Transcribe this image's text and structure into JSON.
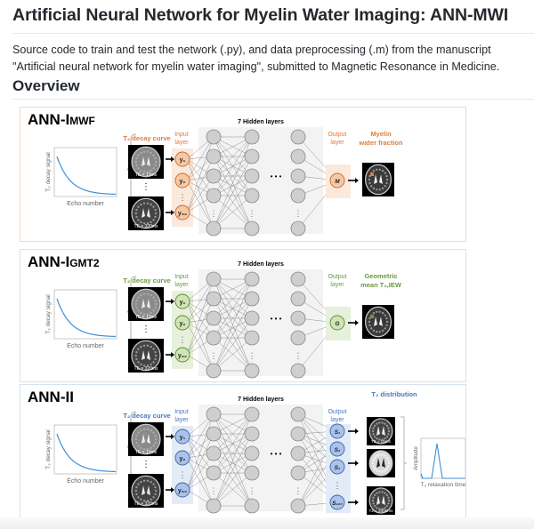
{
  "page": {
    "title": "Artificial Neural Network for Myelin Water Imaging: ANN-MWI",
    "description": "Source code to train and test the network (.py), and data preprocessing (.m) from the manuscript \"Artificial neural network for myelin water imaging\", submitted to Magnetic Resonance in Medicine.",
    "section_heading": "Overview"
  },
  "figure": {
    "panels": [
      {
        "name_main": "ANN-I",
        "name_sub": "MWF",
        "accent": "#e07b39",
        "border": "#f3d9c6",
        "layer_bg": "#fbe9dc",
        "node_fill": "#f6c9a5",
        "node_stroke": "#c86a2c",
        "decay_curve_label": "T₂ decay curve",
        "input_layer_label": [
          "Input",
          "layer"
        ],
        "hidden_layers_label": "7 Hidden  layers",
        "output_layer_label": [
          "Output",
          "layer"
        ],
        "inputs": [
          "y₁",
          "y₂",
          "y₃₂"
        ],
        "outputs": [
          "M"
        ],
        "result_label": [
          "Myelin",
          "water fraction"
        ],
        "plot_ylabel": "T₂ decay signal",
        "plot_xlabel": "Echo number",
        "te_labels": [
          "TE = 10ms",
          "TE = 320ms"
        ]
      },
      {
        "name_main": "ANN-I",
        "name_sub": "GMT2",
        "accent": "#6a9a3c",
        "border": "#dbe8d0",
        "layer_bg": "#e6f0dc",
        "node_fill": "#cfe5b5",
        "node_stroke": "#5d8a35",
        "decay_curve_label": "T₂ decay curve",
        "input_layer_label": [
          "Input",
          "layer"
        ],
        "hidden_layers_label": "7 Hidden  layers",
        "output_layer_label": [
          "Output",
          "layer"
        ],
        "inputs": [
          "y₁",
          "y₂",
          "y₃₂"
        ],
        "outputs": [
          "G"
        ],
        "result_label": [
          "Geometric",
          "mean T₂,IEW"
        ],
        "plot_ylabel": "T₂ decay signal",
        "plot_xlabel": "Echo number",
        "te_labels": [
          "TE = 10ms",
          "TE = 320ms"
        ]
      },
      {
        "name_main": "ANN-II",
        "name_sub": "",
        "accent": "#4a76c0",
        "border": "#d7e2ef",
        "layer_bg": "#e3ebf6",
        "node_fill": "#aac3ea",
        "node_stroke": "#3c64a8",
        "decay_curve_label": "T₂ decay curve",
        "input_layer_label": [
          "Input",
          "layer"
        ],
        "hidden_layers_label": "7 Hidden  layers",
        "output_layer_label": [
          "Output",
          "layer"
        ],
        "inputs": [
          "y₁",
          "y₂",
          "y₃₂"
        ],
        "outputs": [
          "S₁",
          "S₂",
          "S₃",
          "S₁₂₀"
        ],
        "result_label": [
          "T₂ distribution"
        ],
        "plot_ylabel": "T₂ decay signal",
        "plot_xlabel": "Echo number",
        "te_labels": [
          "TE = 10ms",
          "TE = 320ms"
        ],
        "dist_labels": [
          "T2 = 15ms",
          "T2 = 2000ms"
        ],
        "dist_plot_ylabel": "Amplitude",
        "dist_plot_xlabel": "T₂ relaxation time"
      }
    ]
  }
}
